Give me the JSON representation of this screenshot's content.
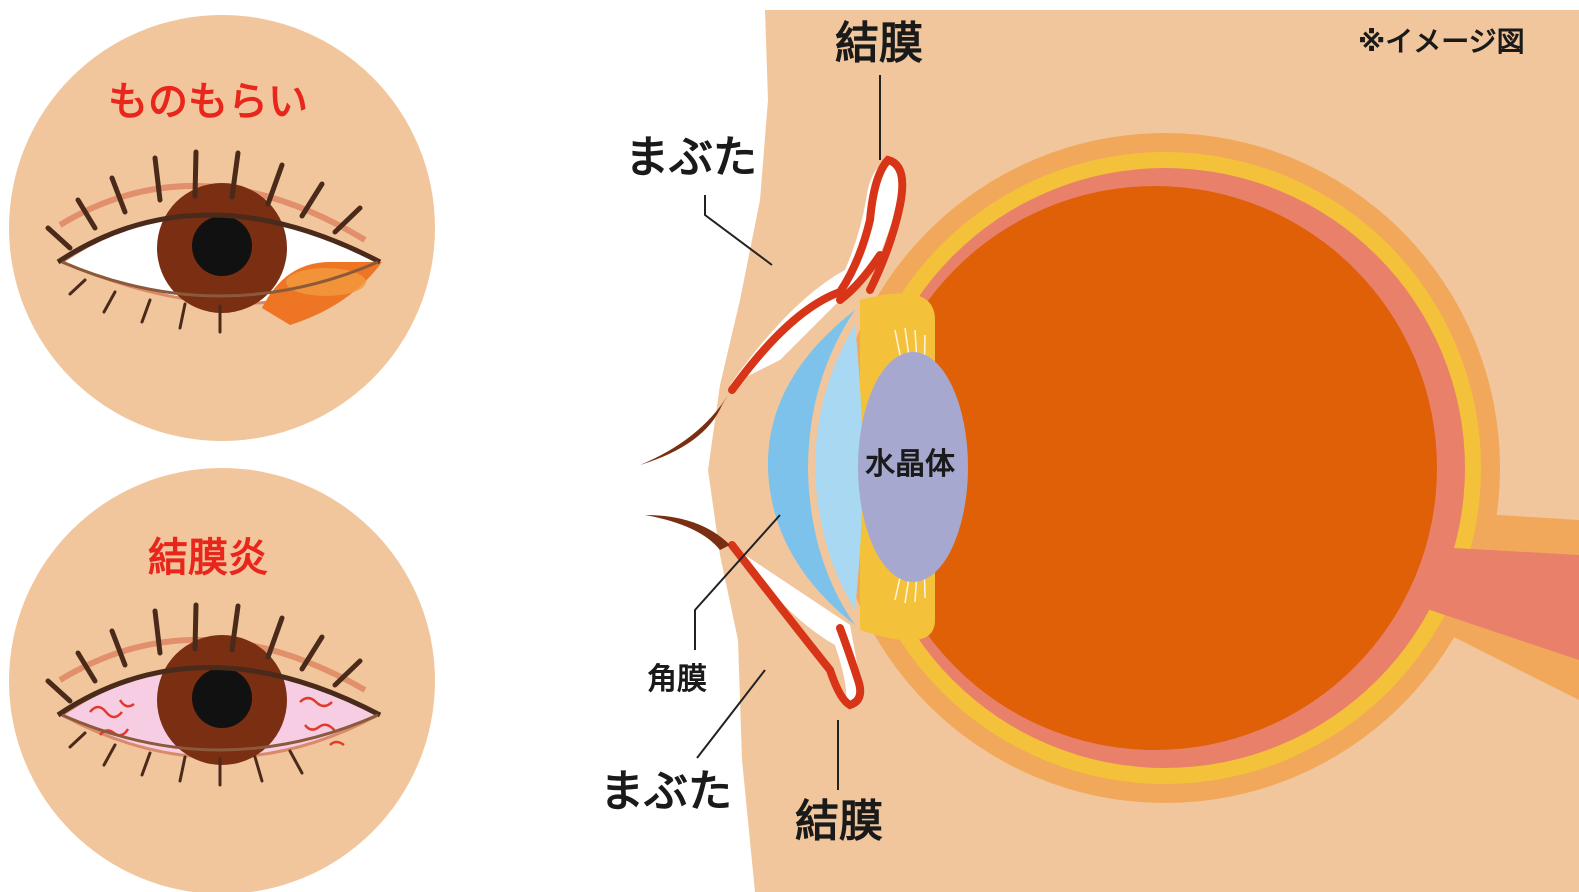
{
  "left_panels": {
    "stye_title": "ものもらい",
    "conjunctivitis_title": "結膜炎"
  },
  "cross_section": {
    "note": "※イメージ図",
    "conjunctiva_top": "結膜",
    "conjunctiva_bottom": "結膜",
    "eyelid_top": "まぶた",
    "eyelid_bottom": "まぶた",
    "cornea": "角膜",
    "lens": "水晶体"
  },
  "colors": {
    "skin": "#f2c69c",
    "iris": "#7a2e12",
    "pupil": "#111111",
    "stye": "#ef7a25",
    "conjunctivitis_white": "#f6cde2",
    "eyeball_interior": "#e06008",
    "sclera_outer": "#f2a85a",
    "choroid_yellow": "#f3c23a",
    "retina_pink": "#e9806a",
    "conjunctiva_red": "#d83417",
    "cornea_blue": "#7dc2ea",
    "lens_lavender": "#a6a8d0"
  }
}
